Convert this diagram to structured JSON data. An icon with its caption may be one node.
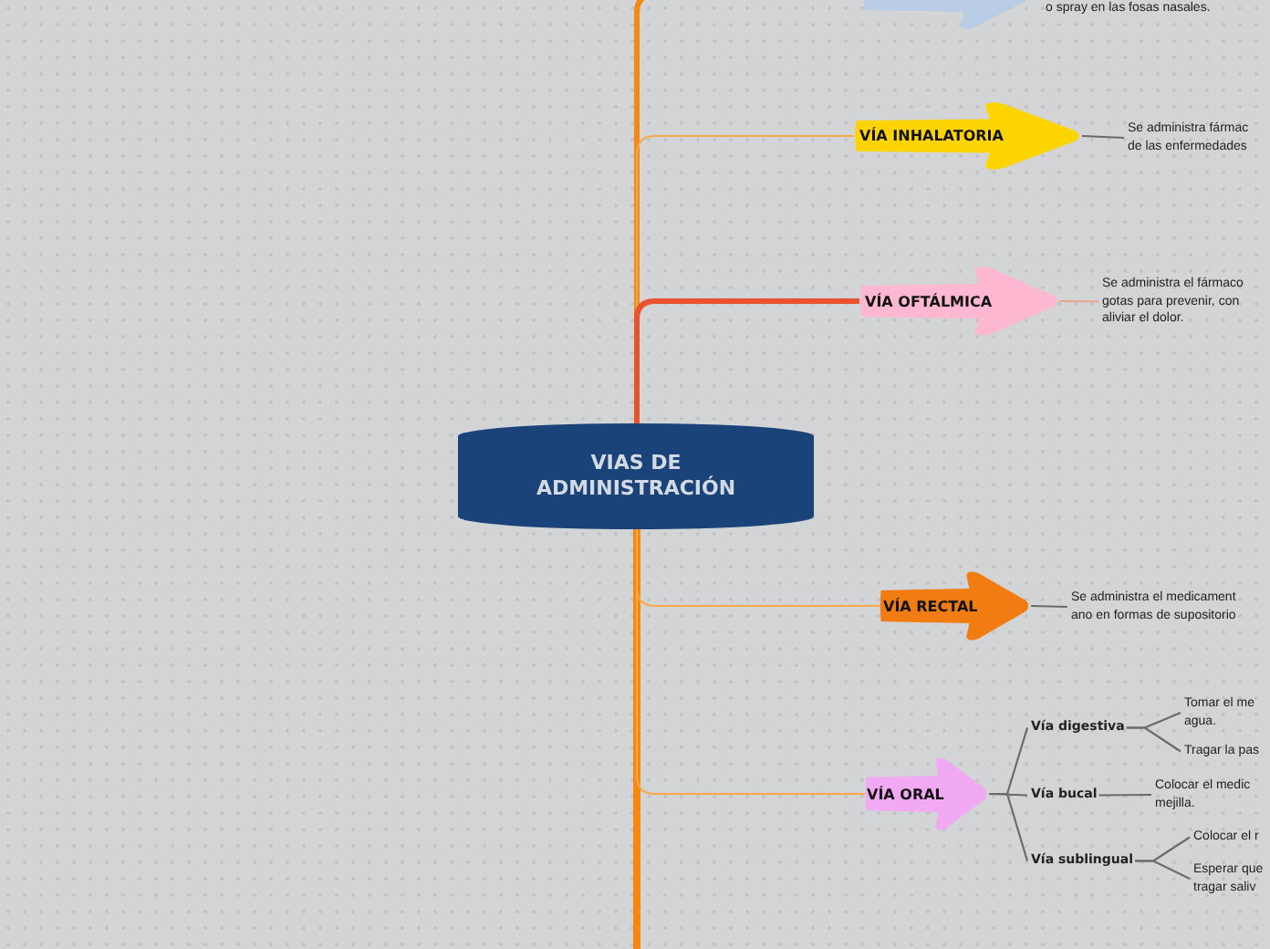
{
  "diagram": {
    "nodes": [
      {
        "text": [
          "VIAS DE ADMINISTRACIÓN"
        ]
      },
      {
        "text": [],
        "shape": "arrow"
      },
      {
        "text": [
          "o spray en las fosas nasales."
        ]
      },
      {
        "text": [
          "VÍA INHALATORIA"
        ]
      },
      {
        "text": [
          "Se administra fármac de las enfermedades"
        ]
      },
      {
        "text": [
          "VÍA OFTÁLMICA"
        ]
      },
      {
        "text": [
          "Se administra el fármaco gotas para prevenir, con aliviar el dolor."
        ]
      },
      {
        "text": [
          "VÍA RECTAL"
        ]
      },
      {
        "text": [
          "Se administra el medicament ano en formas de supositorio"
        ]
      },
      {
        "text": [
          "VÍA ORAL"
        ]
      },
      {
        "text": [
          "Vía digestiva"
        ]
      },
      {
        "text": [
          "Tomar el me agua."
        ]
      },
      {
        "text": [
          "Tragar la pas"
        ]
      },
      {
        "text": [
          "Vía bucal"
        ]
      },
      {
        "text": [
          "Colocar el medic mejilla."
        ]
      },
      {
        "text": [
          "Vía sublingual"
        ]
      },
      {
        "text": [
          "Colocar el r"
        ]
      },
      {
        "text": [
          "Esperar que tragar saliv"
        ]
      }
    ],
    "edges": [
      {
        "from": 0,
        "to": 1,
        "arrow": "none",
        "style": "thick",
        "color": "#f5880f"
      },
      {
        "from": 0,
        "to": 3,
        "arrow": "none",
        "color": "#f5a94a"
      },
      {
        "from": 0,
        "to": 5,
        "arrow": "none",
        "style": "thick",
        "color": "#e8532e"
      },
      {
        "from": 0,
        "to": 7,
        "arrow": "none",
        "color": "#f5a94a"
      },
      {
        "from": 0,
        "to": 9,
        "arrow": "none",
        "color": "#f5a94a"
      },
      {
        "from": 3,
        "to": 4,
        "arrow": "none"
      },
      {
        "from": 5,
        "to": 6,
        "arrow": "none",
        "color": "#e8a58a"
      },
      {
        "from": 7,
        "to": 8,
        "arrow": "none"
      },
      {
        "from": 9,
        "to": 10,
        "arrow": "none"
      },
      {
        "from": 9,
        "to": 13,
        "arrow": "none"
      },
      {
        "from": 9,
        "to": 15,
        "arrow": "none"
      },
      {
        "from": 10,
        "to": 11,
        "arrow": "none"
      },
      {
        "from": 10,
        "to": 12,
        "arrow": "none"
      },
      {
        "from": 13,
        "to": 14,
        "arrow": "none"
      },
      {
        "from": 15,
        "to": 16,
        "arrow": "none"
      },
      {
        "from": 15,
        "to": 17,
        "arrow": "none"
      }
    ]
  }
}
